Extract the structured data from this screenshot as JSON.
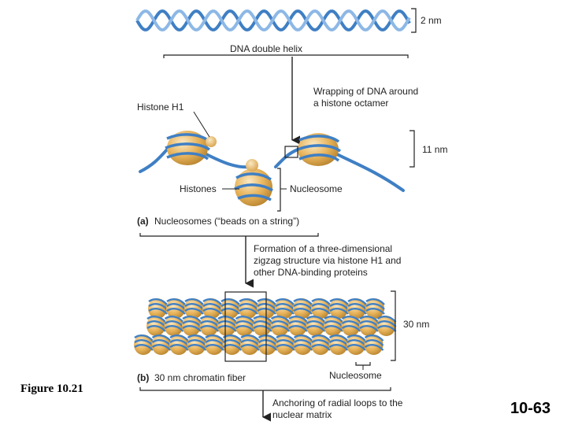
{
  "labels": {
    "nm2": "2 nm",
    "dna_double_helix": "DNA double helix",
    "wrapping_line1": "Wrapping of DNA around",
    "wrapping_line2": "a histone octamer",
    "histone_h1": "Histone H1",
    "nm11": "11 nm",
    "histones": "Histones",
    "nucleosome": "Nucleosome",
    "panel_a_letter": "(a)",
    "panel_a_title": "Nucleosomes (“beads on a string”)",
    "formation_line1": "Formation of a three-dimensional",
    "formation_line2": "zigzag structure via histone H1 and",
    "formation_line3": "other DNA-binding proteins",
    "nm30": "30 nm",
    "panel_b_letter": "(b)",
    "panel_b_title": "30 nm chromatin fiber",
    "nucleosome_b": "Nucleosome",
    "anchoring_line1": "Anchoring of radial loops to the",
    "anchoring_line2": "nuclear matrix"
  },
  "figure_caption": "Figure 10.21",
  "page_number": "10-63",
  "colors": {
    "dna": "#3f7fc4",
    "dna_light": "#8db8e6",
    "histone": "#e8b45c",
    "histone_light": "#f6dca4",
    "ink": "#222222"
  }
}
